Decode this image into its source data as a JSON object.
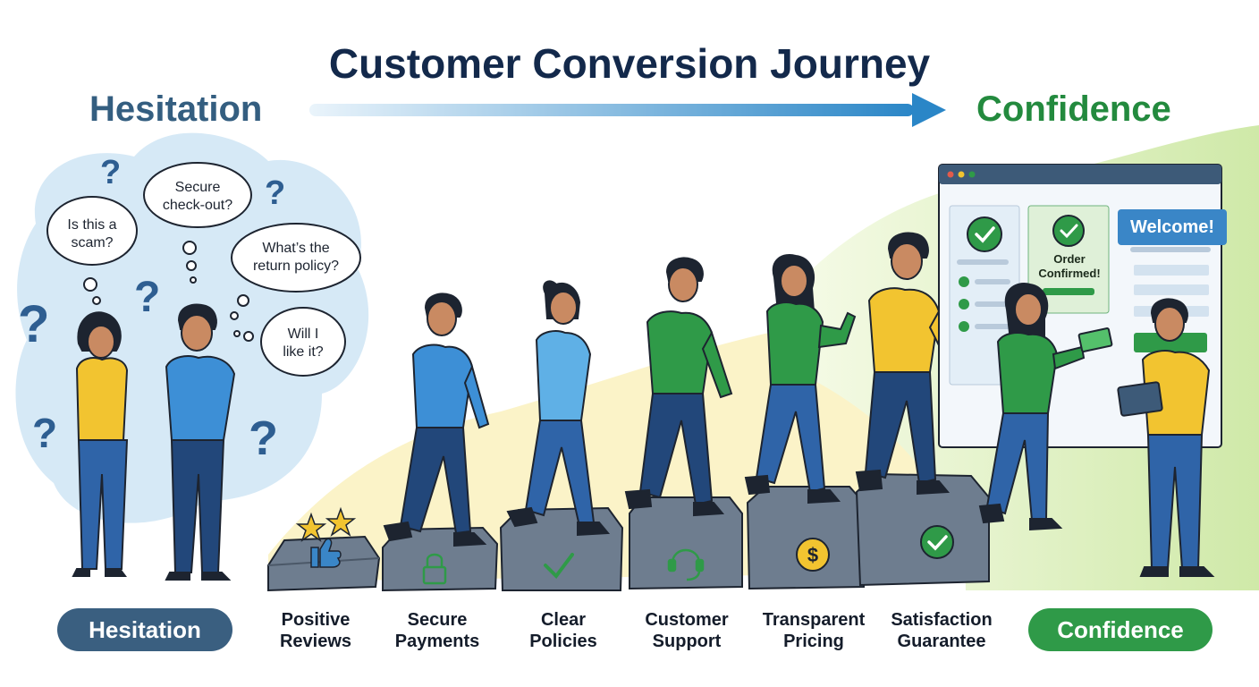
{
  "title": "Customer Conversion Journey",
  "header": {
    "left": "Hesitation",
    "right": "Confidence"
  },
  "thought_bubbles": [
    {
      "line1": "Is this a",
      "line2": "scam?"
    },
    {
      "line1": "Secure",
      "line2": "check-out?"
    },
    {
      "line1": "What’s the",
      "line2": "return policy?"
    },
    {
      "line1": "Will I",
      "line2": "like it?"
    }
  ],
  "steps": [
    {
      "line1": "Positive",
      "line2": "Reviews",
      "icon": "thumbs-up-stars-icon"
    },
    {
      "line1": "Secure",
      "line2": "Payments",
      "icon": "padlock-icon"
    },
    {
      "line1": "Clear",
      "line2": "Policies",
      "icon": "checkmark-icon"
    },
    {
      "line1": "Customer",
      "line2": "Support",
      "icon": "headset-icon"
    },
    {
      "line1": "Transparent",
      "line2": "Pricing",
      "icon": "dollar-coin-icon"
    },
    {
      "line1": "Satisfaction",
      "line2": "Guarantee",
      "icon": "check-badge-icon"
    }
  ],
  "labels": {
    "start": "Hesitation",
    "end": "Confidence"
  },
  "screen": {
    "welcome": "Welcome!",
    "order_line1": "Order",
    "order_line2": "Confirmed!"
  },
  "colors": {
    "navy": "#13294b",
    "hesitation": "#345e80",
    "confidence": "#238a3e",
    "arrow": "#2a86c7",
    "stone": "#6e7d8f"
  }
}
